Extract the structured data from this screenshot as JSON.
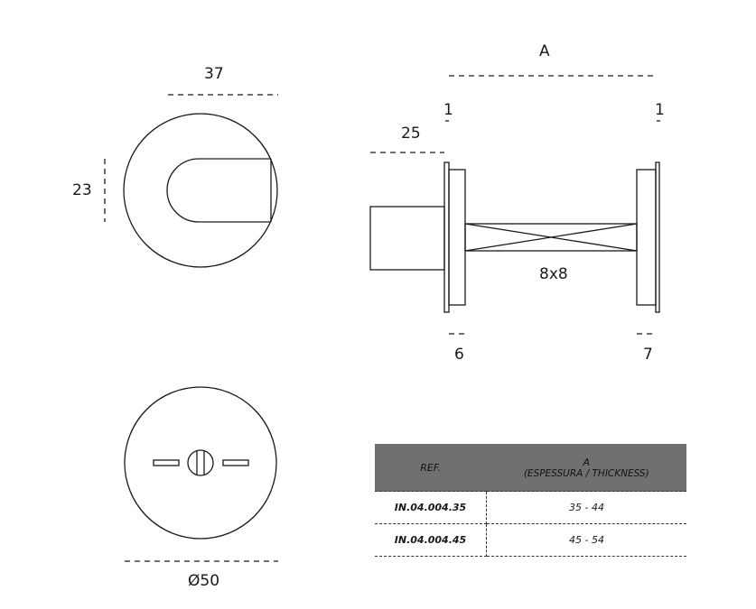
{
  "dimensions": {
    "top_width": "37",
    "height": "23",
    "spindle_offset": "25",
    "thickness_label": "A",
    "plate_left": "1",
    "plate_right": "1",
    "spindle": "8x8",
    "rose_left": "6",
    "rose_right": "7",
    "diameter": "Ø50"
  },
  "table": {
    "header_ref": "REF.",
    "header_a": "A",
    "header_a_sub": "(ESPESSURA / THICKNESS)",
    "rows": [
      {
        "ref": "IN.04.004.35",
        "range": "35 - 44"
      },
      {
        "ref": "IN.04.004.45",
        "range": "45 - 54"
      }
    ]
  },
  "colors": {
    "line": "#1a1a1a",
    "table_header": "#707070"
  }
}
